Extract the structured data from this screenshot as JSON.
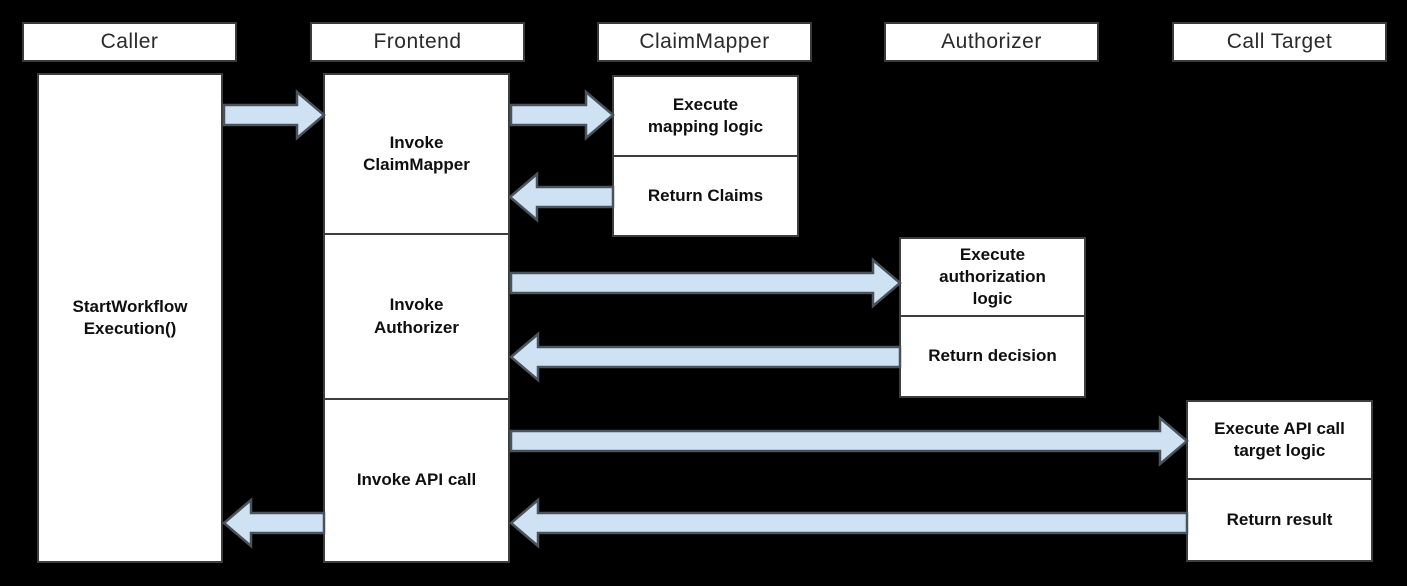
{
  "diagram": {
    "background_color": "#000000",
    "box_fill_color": "#ffffff",
    "box_border_color": "#3d3d3d",
    "arrow_fill_color": "#cfe2f3",
    "arrow_stroke_color": "#4a525b",
    "lifelines": {
      "caller": {
        "header": "Caller",
        "activation": "StartWorkflow\nExecution()"
      },
      "frontend": {
        "header": "Frontend",
        "step1": "Invoke\nClaimMapper",
        "step2": "Invoke\nAuthorizer",
        "step3": "Invoke API call"
      },
      "claimmapper": {
        "header": "ClaimMapper",
        "execute": "Execute\nmapping logic",
        "return": "Return Claims"
      },
      "authorizer": {
        "header": "Authorizer",
        "execute": "Execute\nauthorization\nlogic",
        "return": "Return decision"
      },
      "calltarget": {
        "header": "Call Target",
        "execute": "Execute API call\ntarget logic",
        "return": "Return result"
      }
    },
    "flows": [
      {
        "from": "Caller",
        "to": "Frontend",
        "direction": "right"
      },
      {
        "from": "Frontend",
        "to": "ClaimMapper",
        "direction": "right"
      },
      {
        "from": "ClaimMapper",
        "to": "Frontend",
        "direction": "left"
      },
      {
        "from": "Frontend",
        "to": "Authorizer",
        "direction": "right"
      },
      {
        "from": "Authorizer",
        "to": "Frontend",
        "direction": "left"
      },
      {
        "from": "Frontend",
        "to": "Call Target",
        "direction": "right"
      },
      {
        "from": "Call Target",
        "to": "Frontend",
        "direction": "left"
      },
      {
        "from": "Frontend",
        "to": "Caller",
        "direction": "left"
      }
    ]
  }
}
